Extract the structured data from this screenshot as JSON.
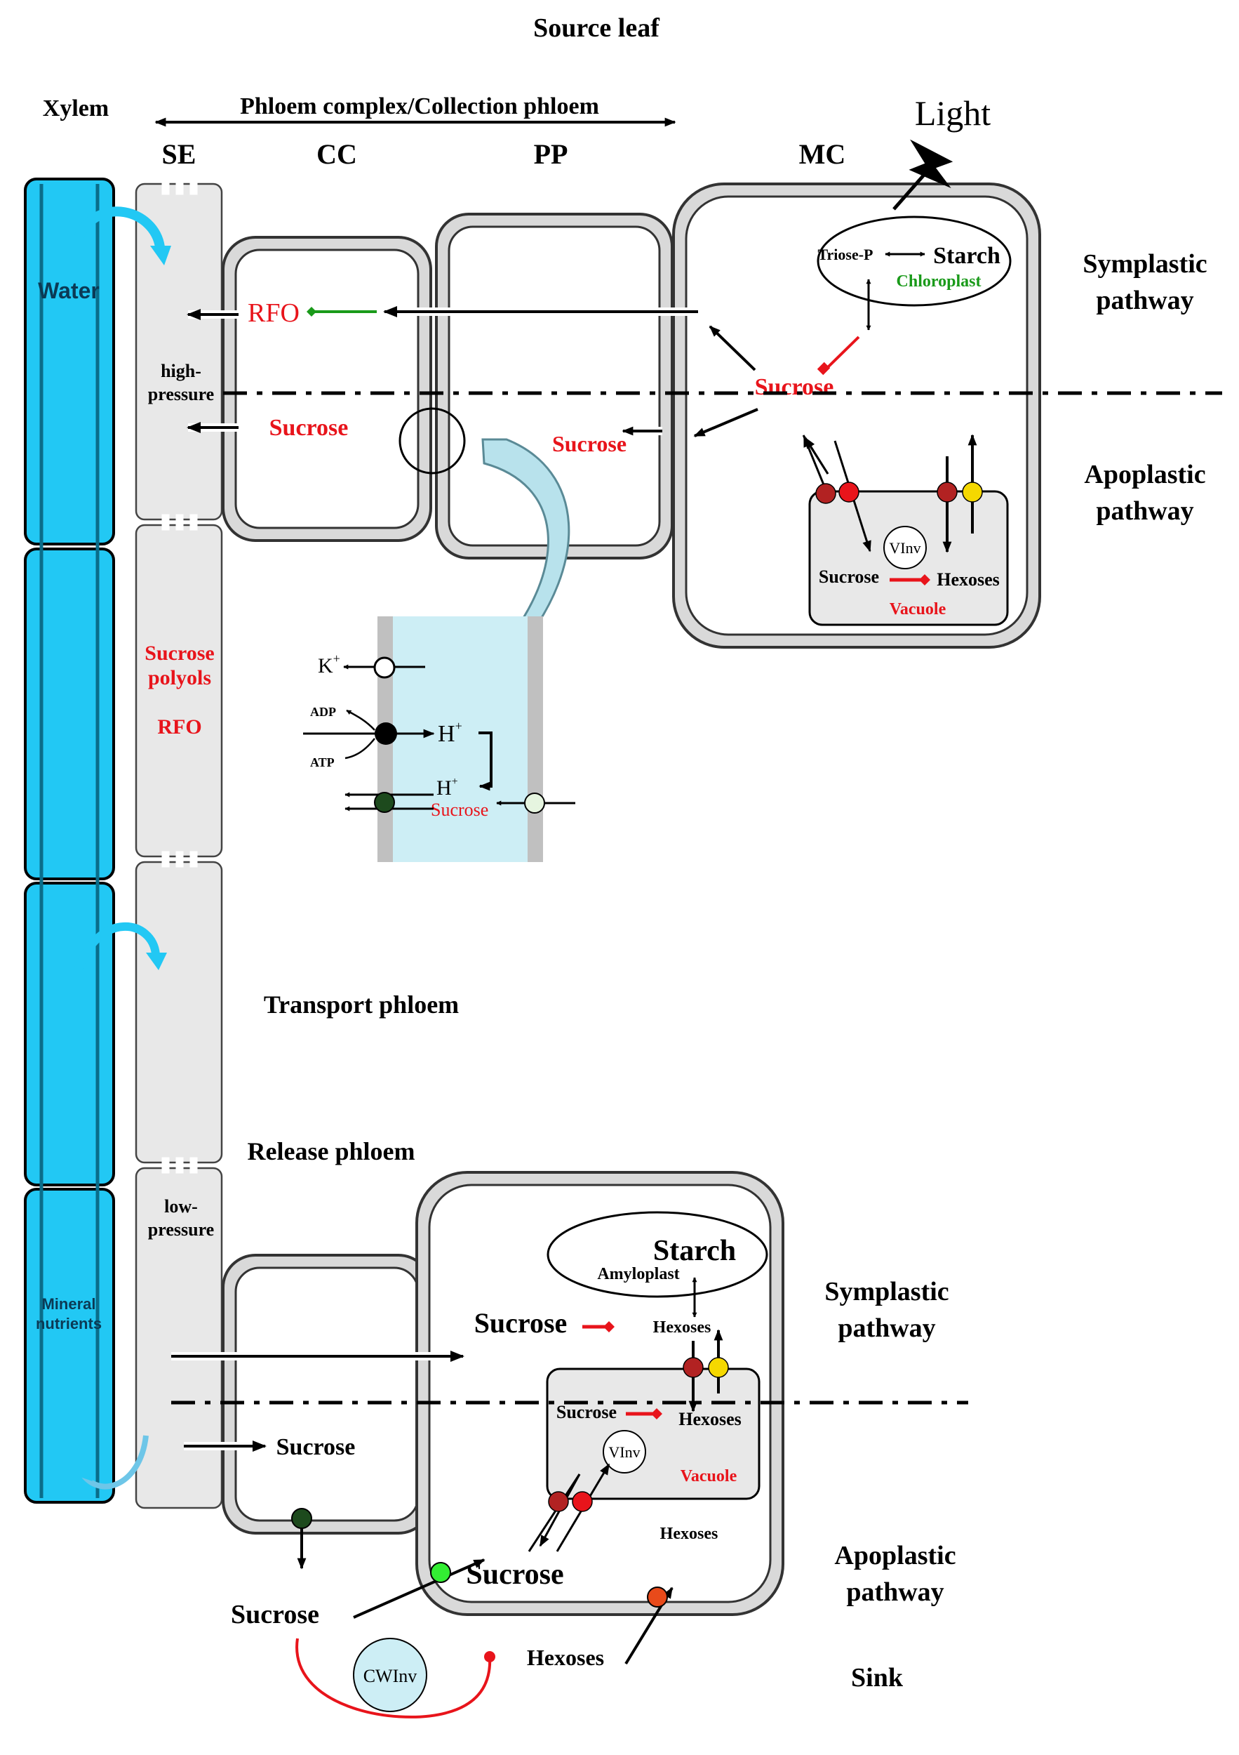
{
  "title": "Source leaf",
  "top": {
    "xylem": "Xylem",
    "phloem_complex": "Phloem complex/Collection phloem",
    "light": "Light",
    "se": "SE",
    "cc": "CC",
    "pp": "PP",
    "mc": "MC"
  },
  "xylem_col": {
    "water": "Water",
    "mineral_line1": "Mineral",
    "mineral_line2": "nutrients"
  },
  "sieve_element": {
    "high_line1": "high-",
    "high_line2": "pressure",
    "contents_line1": "Sucrose",
    "contents_line2": "polyols",
    "contents_line3": "RFO",
    "low_line1": "low-",
    "low_line2": "pressure"
  },
  "source": {
    "rfo": "RFO",
    "sucrose_se": "Sucrose",
    "sucrose_pp": "Sucrose",
    "sucrose_mc": "Sucrose",
    "triose": "Triose-P",
    "starch": "Starch",
    "chloroplast": "Chloroplast",
    "vacuole_sucrose": "Sucrose",
    "vacuole_hexoses": "Hexoses",
    "vacuole_label": "Vacuole",
    "vinv": "VInv",
    "symplastic_line1": "Symplastic",
    "symplastic_line2": "pathway",
    "apoplastic_line1": "Apoplastic",
    "apoplastic_line2": "pathway"
  },
  "membrane_inset": {
    "k": "K",
    "adp": "ADP",
    "atp": "ATP",
    "h1": "H",
    "h2": "H",
    "sucrose": "Sucrose"
  },
  "middle": {
    "transport": "Transport phloem",
    "release": "Release phloem"
  },
  "sink": {
    "starch": "Starch",
    "amyloplast": "Amyloplast",
    "sucrose_sym": "Sucrose",
    "hexoses_top": "Hexoses",
    "vacuole_sucrose": "Sucrose",
    "vacuole_hexoses": "Hexoses",
    "vinv": "VInv",
    "vacuole_label": "Vacuole",
    "sucrose_cc": "Sucrose",
    "sucrose_apo": "Sucrose",
    "sucrose_cell": "Sucrose",
    "hexoses_cell": "Hexoses",
    "hexoses_apo": "Hexoses",
    "cwinv": "CWInv",
    "symplastic_line1": "Symplastic",
    "symplastic_line2": "pathway",
    "apoplastic_line1": "Apoplastic",
    "apoplastic_line2": "pathway",
    "sink_label": "Sink"
  },
  "colors": {
    "red": "#e8141b",
    "green": "#1a9a1a",
    "xylem_cyan": "#22c8f4",
    "cell_wall": "#d9d9d9",
    "cell_fill": "#e8e8e8",
    "inset_fill": "#cdeef5",
    "arrow_cyan": "#b8e2ec",
    "dark_red": "#b22222",
    "yellow": "#f5d800",
    "dark_green": "#1d4a1d",
    "light_green": "#33ee33",
    "orange_red": "#e84a1a"
  }
}
